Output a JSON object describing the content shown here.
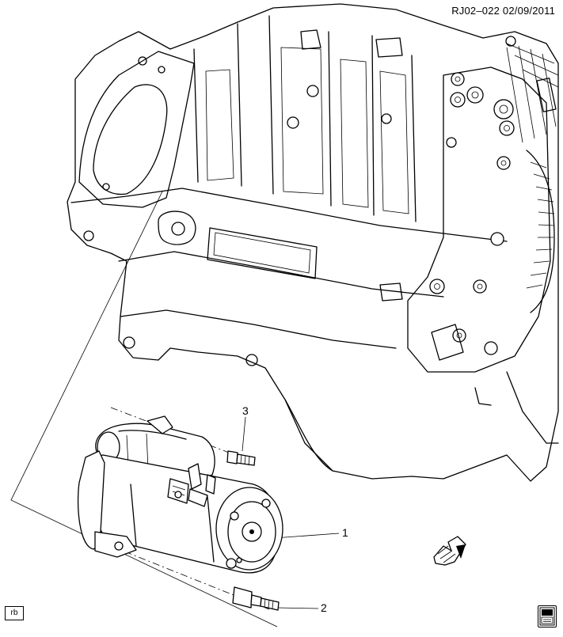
{
  "header": {
    "reference": "RJ02–022  02/09/2011"
  },
  "callouts": [
    {
      "id": "1",
      "label": "1"
    },
    {
      "id": "2",
      "label": "2"
    },
    {
      "id": "3",
      "label": "3"
    }
  ],
  "footer": {
    "badge": "rb"
  },
  "icons": {
    "front_arrow": "front-direction-arrow-icon",
    "corner": "gm-spo-logo-icon"
  }
}
